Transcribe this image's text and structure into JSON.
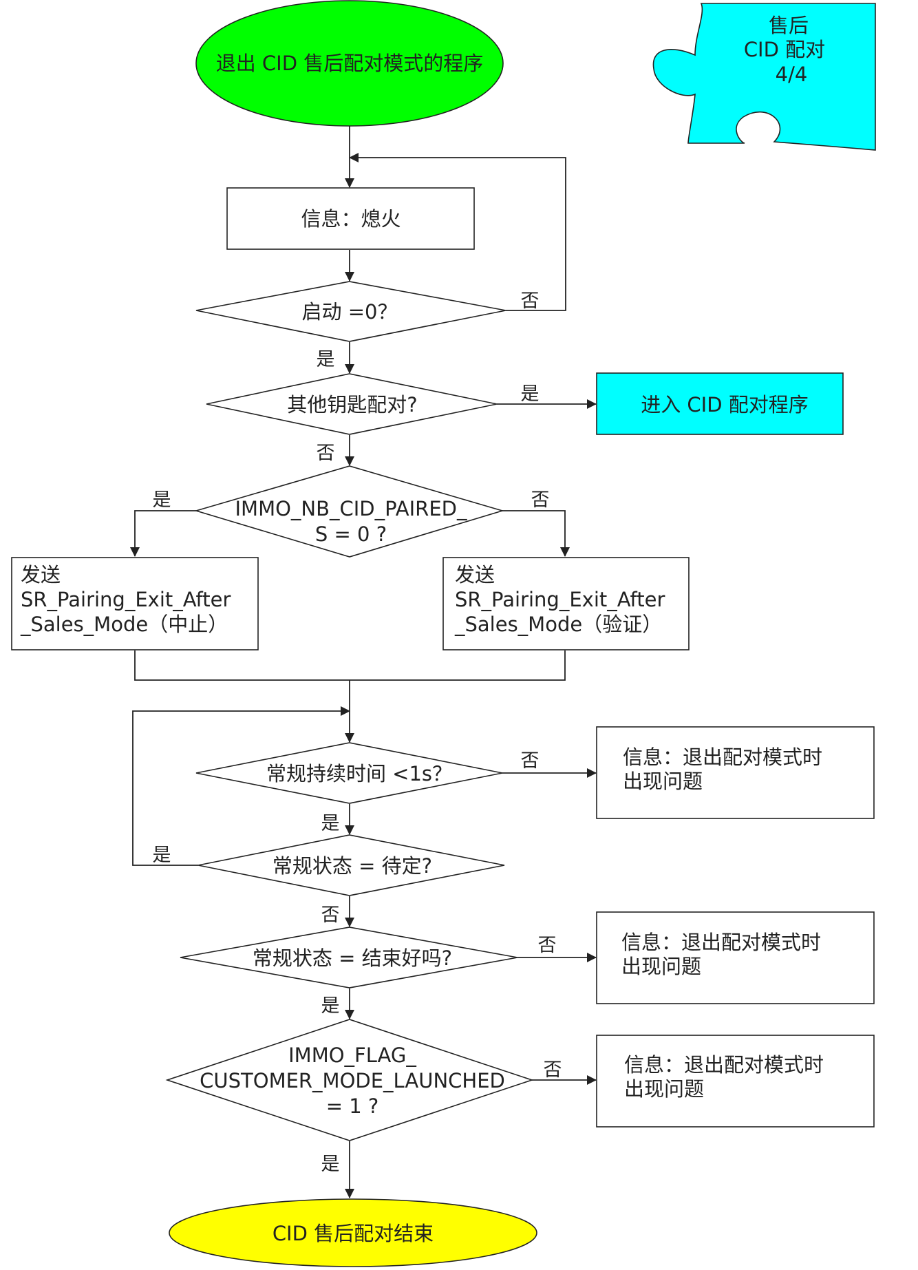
{
  "puzzle": {
    "lines": [
      "售后",
      "CID 配对",
      "4/4"
    ],
    "color": "#00FFFF"
  },
  "start": {
    "label": "退出 CID 售后配对模式的程序",
    "color": "#00FF00"
  },
  "end": {
    "label": "CID 售后配对结束",
    "color": "#FFFF00"
  },
  "nodes": {
    "msg_stall": "信息：熄火",
    "dec_start": "启动 =0？",
    "dec_other_keys": "其他钥匙配对?",
    "enter_cid_pairing": "进入 CID 配对程序",
    "dec_nb_cid_paired": [
      "IMMO_NB_CID_PAIRED_",
      "S = 0 ?"
    ],
    "send_abort": [
      "发送",
      "SR_Pairing_Exit_After",
      "_Sales_Mode（中止）"
    ],
    "send_verify": [
      "发送",
      "SR_Pairing_Exit_After",
      "_Sales_Mode（验证）"
    ],
    "dec_duration": "常规持续时间 <1s？",
    "err_1": [
      "信息：退出配对模式时",
      "出现问题"
    ],
    "dec_status_pending": "常规状态 = 待定?",
    "dec_status_ok": "常规状态 = 结束好吗?",
    "err_2": [
      "信息：退出配对模式时",
      "出现问题"
    ],
    "dec_flag": [
      "IMMO_FLAG_",
      "CUSTOMER_MODE_LAUNCHED",
      "= 1 ?"
    ],
    "err_3": [
      "信息：退出配对模式时",
      "出现问题"
    ]
  },
  "branch_labels": {
    "yes": "是",
    "no": "否"
  },
  "colors": {
    "enter_box": "#00FFFF",
    "stroke": "#222222"
  }
}
